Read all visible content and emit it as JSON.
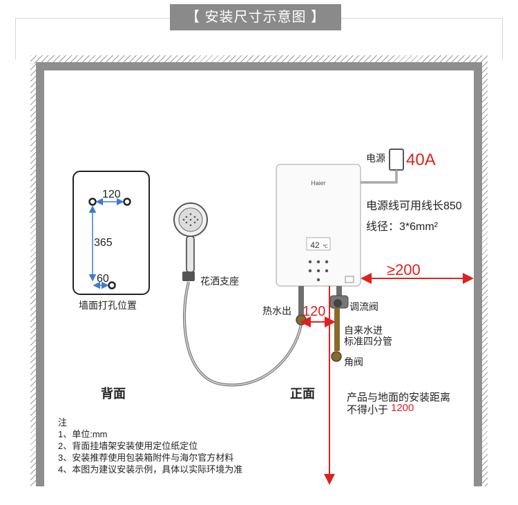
{
  "title": "【 安装尺寸示意图 】",
  "labels": {
    "back": "背面",
    "front": "正面",
    "hole_position": "墙面打孔位置",
    "power": "电源",
    "power_rating": "40A",
    "cable_length": "电源线可用线长850",
    "cable_spec": "线径：3*6mm²",
    "side_clearance": "≥200",
    "hot_water_out": "热水出",
    "pipe_spacing": "120",
    "regulating_valve": "调流阀",
    "water_in_line1": "自来水进",
    "water_in_line2": "标准四分管",
    "angle_valve": "角阀",
    "install_height_line1": "产品与地面的安装距离",
    "install_height_line2": "不得小于",
    "install_height_value": "1200",
    "shower_holder": "花洒支座",
    "hole_width": "120",
    "hole_height": "365",
    "hole_offset": "60",
    "brand": "Haier",
    "display_temp": "42",
    "display_unit": "℃"
  },
  "notes": [
    "注",
    "1、单位:mm",
    "2、背面挂墙架安装使用定位纸定位",
    "3、安装推荐使用包装箱附件与海尔官方材料",
    "4、本图为建议安装示例，具体以实际环境为准"
  ],
  "colors": {
    "accent_red": "#e02020",
    "wall_gray": "#8e8e8e",
    "title_bg": "#8a8a8a"
  }
}
